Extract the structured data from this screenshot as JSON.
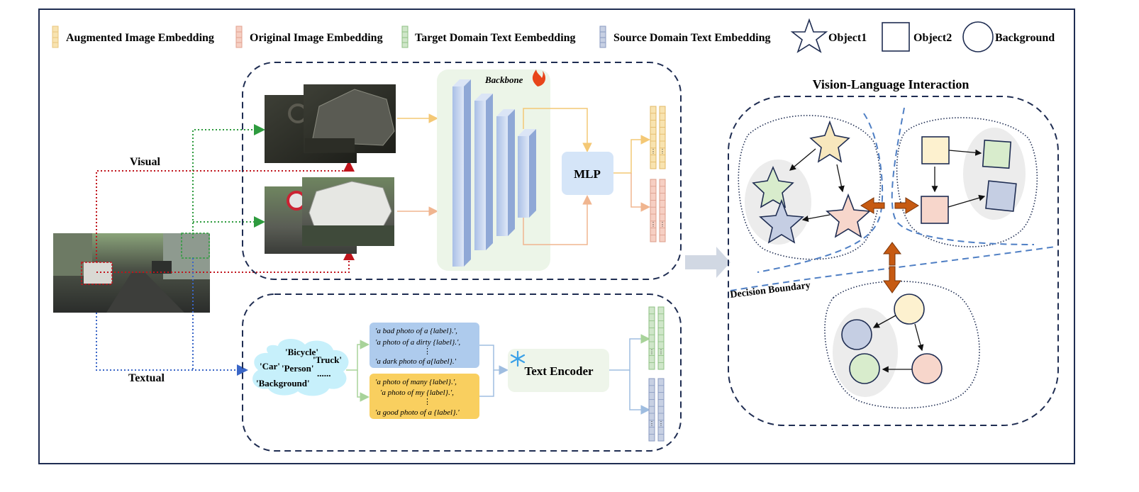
{
  "legend": {
    "augmented": "Augmented Image Embedding",
    "original": "Original Image Embedding",
    "target_text": "Target Domain Text Eembedding",
    "source_text": "Source Domain Text Embedding",
    "object1": "Object1",
    "object2": "Object2",
    "background": "Background"
  },
  "branches": {
    "visual": "Visual",
    "textual": "Textual"
  },
  "backbone": {
    "label": "Backbone",
    "mlp": "MLP"
  },
  "text_branch": {
    "cloud_words": [
      "'Bicycle'",
      "'Car'",
      "'Person'",
      "'Truck'",
      "......",
      "'Background'"
    ],
    "blue_prompts": [
      "'a bad photo of a {label}.',",
      "'a photo of a dirty {label}.',",
      "⋮",
      "'a dark photo of a{label}.'"
    ],
    "yellow_prompts": [
      "'a photo of many {label}.',",
      "'a photo of my {label}.',",
      "⋮",
      "'a good photo of a {label}.'"
    ],
    "encoder": "Text Encoder"
  },
  "interaction": {
    "title": "Vision-Language Interaction",
    "boundary": "Decision Boundary"
  },
  "colors": {
    "augmented": "#f8e3b0",
    "original": "#f6cfc3",
    "target_text": "#cfe6c9",
    "source_text": "#c7d0e3",
    "frame": "#1f2d52",
    "arrow_orange": "#c65a12"
  }
}
